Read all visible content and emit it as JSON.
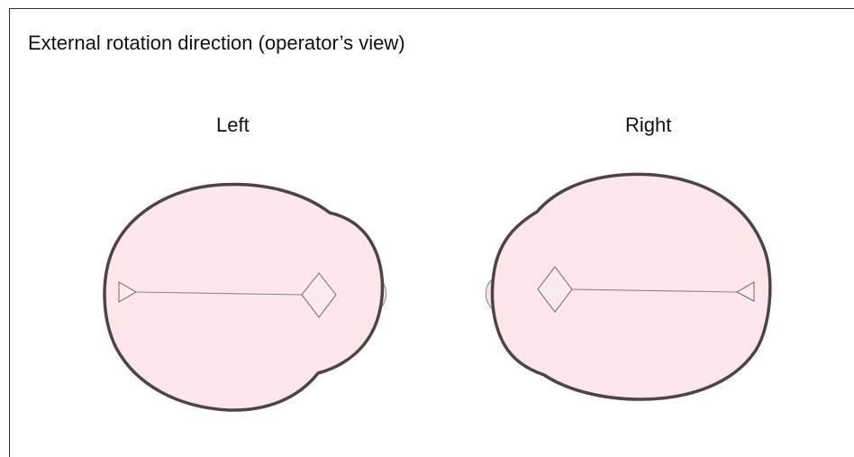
{
  "diagram": {
    "title": "External rotation direction (operator’s view)",
    "views": {
      "left": {
        "label": "Left"
      },
      "right": {
        "label": "Right"
      }
    },
    "colors": {
      "head_fill": "#fde7ec",
      "head_outline": "#4c4548",
      "marker_fill": "#fbeaf0",
      "midline": "#8e8688",
      "ear_fill": "#f7e4e8"
    }
  }
}
